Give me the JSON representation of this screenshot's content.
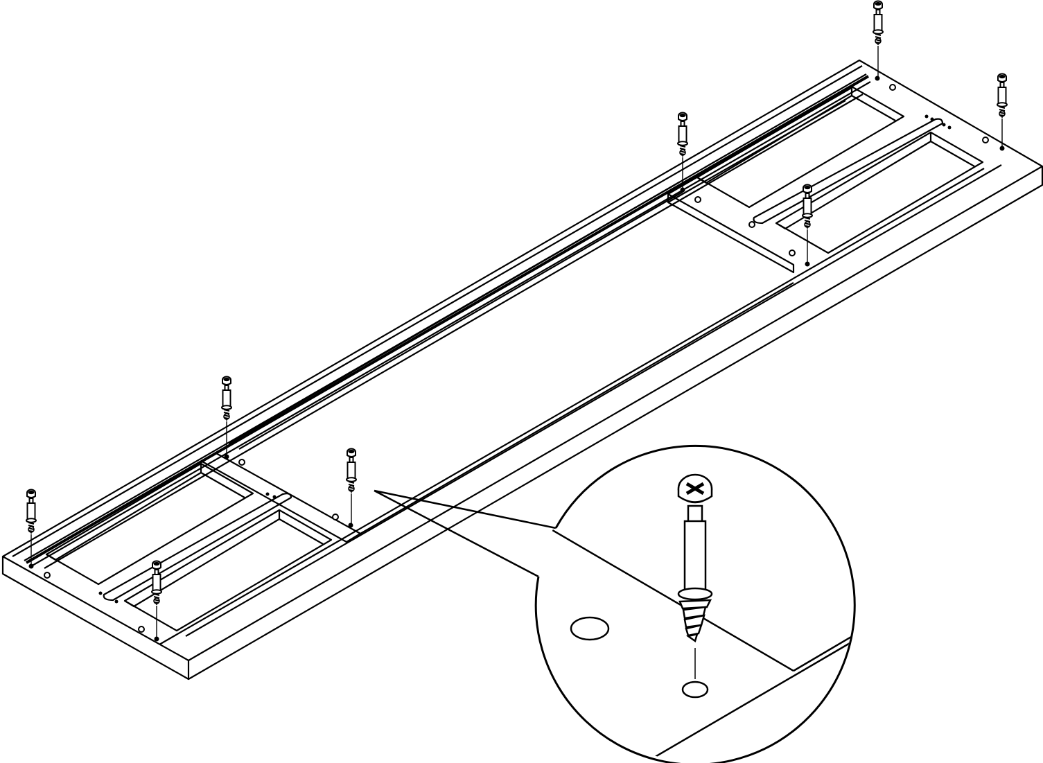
{
  "diagram": {
    "colors": {
      "stroke": "#000000",
      "fill": "#ffffff"
    },
    "fasteners": [
      {
        "id": "cam-bolt-1"
      },
      {
        "id": "cam-bolt-2"
      },
      {
        "id": "cam-bolt-3"
      },
      {
        "id": "cam-bolt-4"
      },
      {
        "id": "cam-bolt-5"
      },
      {
        "id": "cam-bolt-6"
      },
      {
        "id": "cam-bolt-7"
      },
      {
        "id": "cam-bolt-8"
      }
    ],
    "detail_callout": {
      "icon": "magnified-detail-icon",
      "subject": "cam-bolt-screw-icon"
    }
  }
}
